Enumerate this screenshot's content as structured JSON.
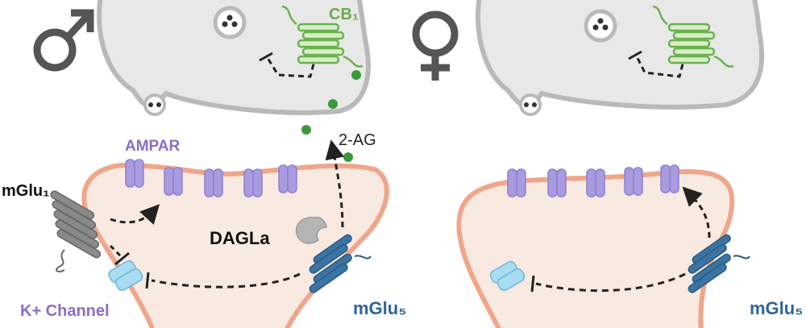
{
  "labels": {
    "cb1": "CB₁",
    "two_ag": "2-AG",
    "ampar": "AMPAR",
    "mglu1": "mGlu₁",
    "dagla": "DAGLa",
    "k_channel": "K+ Channel",
    "mglu5_left": "mGlu₅",
    "mglu5_right": "mGlu₅"
  },
  "symbols": {
    "left": "male-symbol",
    "right": "female-symbol"
  },
  "colors": {
    "membrane": "#efa68a",
    "cytoplasm": "#f8e9e1",
    "presynaptic_fill": "#e8e8e8",
    "presynaptic_stroke": "#b9b9b9",
    "ampar": "#a99be0",
    "k_channel": "#a8dcf0",
    "mglu5": "#3b74a2",
    "mglu1": "#8a8a8a",
    "cb1": "#6cb14e",
    "two_ag": "#3a9a3a",
    "cb1_label": "#6cab4c",
    "ampar_label": "#8d6cc6",
    "mglu5_label": "#2e6598"
  }
}
